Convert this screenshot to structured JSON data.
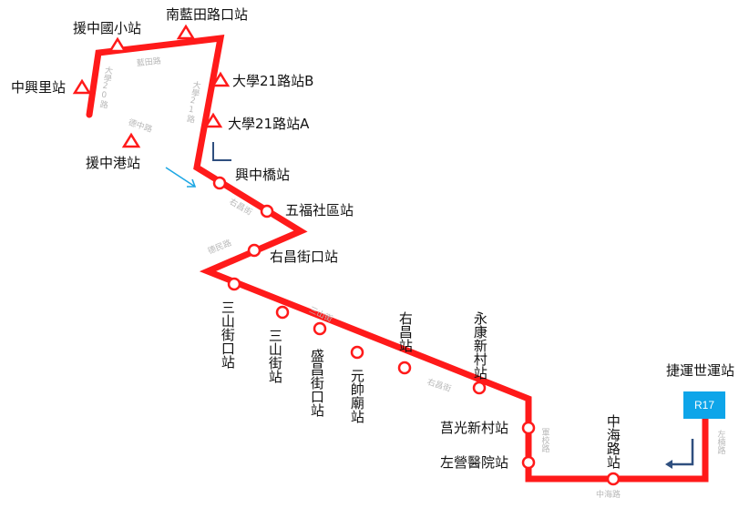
{
  "colors": {
    "route": "#ff1a1a",
    "mrt_box": "#0ea5e9",
    "arrow_blue": "#1ea7e4",
    "arrow_dark": "#2f4f7f"
  },
  "stations_triangle": [
    {
      "name": "援中國小站"
    },
    {
      "name": "南藍田路口站"
    },
    {
      "name": "中興里站"
    },
    {
      "name": "大學21路站B"
    },
    {
      "name": "大學21路站A"
    },
    {
      "name": "援中港站"
    }
  ],
  "stations_circle": [
    {
      "name": "興中橋站"
    },
    {
      "name": "五福社區站"
    },
    {
      "name": "右昌街口站"
    },
    {
      "name": "三山街口站"
    },
    {
      "name": "三山街站"
    },
    {
      "name": "盛昌街口站"
    },
    {
      "name": "元帥廟站"
    },
    {
      "name": "右昌站"
    },
    {
      "name": "永康新村站"
    },
    {
      "name": "莒光新村站"
    },
    {
      "name": "左營醫院站"
    },
    {
      "name": "中海路站"
    }
  ],
  "terminal": {
    "name": "捷運世運站",
    "code": "R17"
  },
  "roads": {
    "lantian": "藍田路",
    "daxue_left": "大學20路",
    "daxue_right": "大學21路",
    "dezhong": "德中路",
    "youchang": "右昌街",
    "deming": "德民路",
    "sanshan": "三山街",
    "youchang2": "右昌街",
    "junxiao": "軍校路",
    "zhonghai": "中海路",
    "zuonan": "左楠路"
  }
}
